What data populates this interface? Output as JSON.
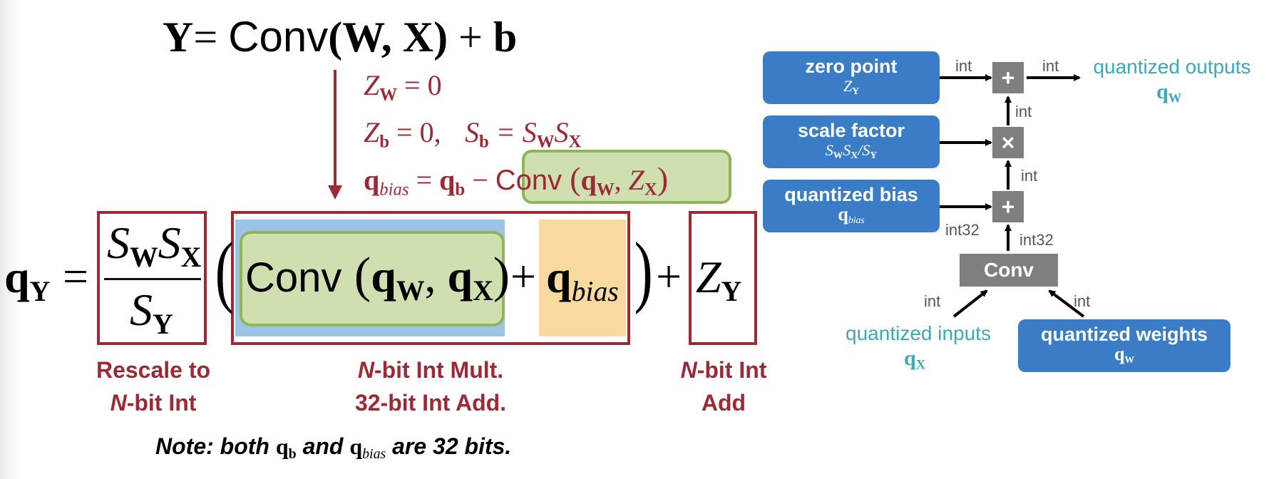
{
  "equation": {
    "top_lhs": "Y",
    "top_eq": "= ",
    "top_conv": "Conv",
    "top_args": "(W, X)",
    "top_plus": " + ",
    "top_b": "b"
  },
  "conditions": {
    "zw": "Z",
    "zw_sub": "W",
    "zw_rest": " = 0",
    "zb": "Z",
    "zb_sub": "b",
    "zb_rest": " = 0,",
    "sb": "S",
    "sb_sub": "b",
    "sb_eq": " = S",
    "sb_sub2": "W",
    "sb_s3": "S",
    "sb_sub3": "X",
    "qbias_q": "q",
    "qbias_sub": "bias",
    "qbias_eq": " = ",
    "qbias_qb": "q",
    "qbias_qb_sub": "b",
    "qbias_minus": " − ",
    "qbias_conv": "Conv",
    "qbias_args_open": "(",
    "qbias_args_q": "q",
    "qbias_args_qsub": "W",
    "qbias_args_comma": ", ",
    "qbias_args_z": "Z",
    "qbias_args_zsub": "X",
    "qbias_args_close": ")"
  },
  "main": {
    "lhs_q": "q",
    "lhs_sub": "Y",
    "eq": "=",
    "num_s1": "S",
    "num_s1_sub": "W",
    "num_s2": "S",
    "num_s2_sub": "X",
    "den_s": "S",
    "den_sub": "Y",
    "open_paren": "(",
    "conv": "Conv",
    "conv_open": "(",
    "conv_q1": "q",
    "conv_q1_sub": "W",
    "conv_comma": ", ",
    "conv_q2": "q",
    "conv_q2_sub": "X",
    "conv_close": ")",
    "plus1": "+",
    "bias_q": "q",
    "bias_sub": "bias",
    "close_paren": ")",
    "plus2": "+",
    "zy": "Z",
    "zy_sub": "Y"
  },
  "labels": {
    "rescale_line1": "Rescale to",
    "rescale_line2_n": "N",
    "rescale_line2_rest": "-bit Int",
    "mult_line1_n": "N",
    "mult_line1_rest": "-bit Int Mult.",
    "mult_line2": "32-bit Int Add.",
    "add_line1_n": "N",
    "add_line1_rest": "-bit Int",
    "add_line2": "Add"
  },
  "note": {
    "prefix": "Note: both ",
    "qb": "q",
    "qb_sub": "b",
    "mid": " and ",
    "qbias": "q",
    "qbias_sub": "bias",
    "suffix": " are 32 bits."
  },
  "diagram": {
    "zero_point_title": "zero point",
    "zero_point_sym": "Z",
    "zero_point_sub": "Y",
    "scale_title": "scale factor",
    "scale_sym": "S",
    "scale_sub1": "W",
    "scale_sym2": "S",
    "scale_sub2": "X",
    "scale_slash": "/S",
    "scale_sub3": "Y",
    "qbias_title": "quantized bias",
    "qbias_sym": "q",
    "qbias_sub": "bias",
    "conv_label": "Conv",
    "op_plus_top": "+",
    "op_times": "×",
    "op_plus_mid": "+",
    "qinputs_title": "quantized inputs",
    "qinputs_sym": "q",
    "qinputs_sub": "X",
    "qweights_title": "quantized weights",
    "qweights_sym": "q",
    "qweights_sub": "W",
    "qoutputs_title": "quantized outputs",
    "qoutputs_sym": "q",
    "qoutputs_sub": "W",
    "lab_int_zp": "int",
    "lab_int_out": "int",
    "lab_int_mul_up": "int",
    "lab_int_add_up": "int",
    "lab_int32_bias": "int32",
    "lab_int32_conv": "int32",
    "lab_int_in": "int",
    "lab_int_w": "int"
  },
  "colors": {
    "red": "#9c2a36",
    "blue": "#3a7cc5",
    "teal": "#3aa9b8",
    "green_fill": "#d0dfb0",
    "green_border": "#8fb45a",
    "blue_fill": "#9dc3e6",
    "orange_fill": "#f8d9a0",
    "gray": "#7f7f7f"
  }
}
